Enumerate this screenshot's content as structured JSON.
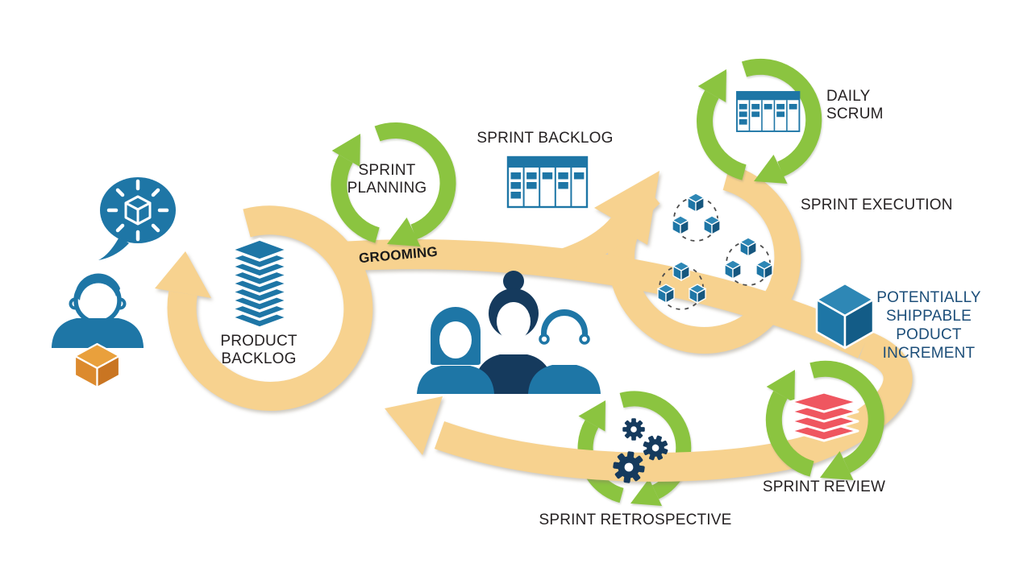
{
  "diagram": {
    "type": "process-flow",
    "subject": "Scrum framework cycle",
    "stages": [
      {
        "id": "product-backlog",
        "lines": [
          "PRODUCT",
          "BACKLOG"
        ],
        "icon": "layer-stack-icon",
        "color": "#1E76A6"
      },
      {
        "id": "sprint-planning",
        "lines": [
          "SPRINT",
          "PLANNING"
        ],
        "icon": "cycle-arrows-icon",
        "color": "#8BC440"
      },
      {
        "id": "sprint-backlog",
        "lines": [
          "SPRINT BACKLOG"
        ],
        "icon": "task-board-icon",
        "color": "#1E76A6"
      },
      {
        "id": "daily-scrum",
        "lines": [
          "DAILY",
          "SCRUM"
        ],
        "icon": "task-board-icon",
        "color": "#8BC440"
      },
      {
        "id": "sprint-execution",
        "lines": [
          "SPRINT EXECUTION"
        ],
        "icon": "task-cluster-cubes-icon",
        "color": "#1E76A6"
      },
      {
        "id": "potentially-shippable-product-increment",
        "lines": [
          "POTENTIALLY",
          "SHIPPABLE",
          "PODUCT",
          "INCREMENT"
        ],
        "icon": "cube-icon",
        "color": "#1C4E79"
      },
      {
        "id": "sprint-review",
        "lines": [
          "SPRINT REVIEW"
        ],
        "icon": "layer-stack-icon",
        "color": "#EF5660"
      },
      {
        "id": "sprint-retrospective",
        "lines": [
          "SPRINT RETROSPECTIVE"
        ],
        "icon": "gears-icon",
        "color": "#153A5D"
      }
    ],
    "flow_labels": [
      {
        "id": "grooming",
        "text": "GROOMING"
      }
    ],
    "actors": [
      {
        "id": "product-owner",
        "icon": "person-icon"
      },
      {
        "id": "scrum-team",
        "icon": "three-people-icon"
      }
    ],
    "misc_icons": [
      "idea-speech-bubble-icon",
      "product-cube-icon"
    ],
    "colors": {
      "flow_arrow": "#F7D28F",
      "cycle_green": "#8BC440",
      "icon_blue": "#1E76A6",
      "navy": "#153A5D",
      "red": "#EF5660",
      "orange": "#DC8A2E",
      "label_text": "#262223",
      "increment_text": "#1C4E79"
    }
  }
}
